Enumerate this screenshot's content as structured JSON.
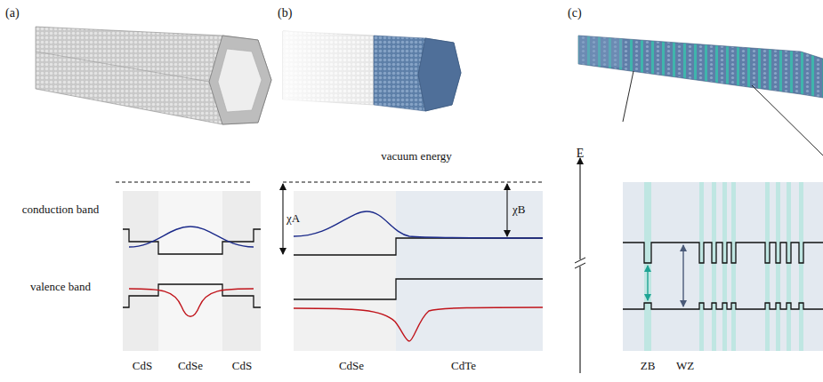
{
  "diagram": {
    "labels": [
      "(a)",
      "(b)",
      "(c)",
      "conduction band",
      "valence band",
      "CdS",
      "CdSe",
      "CdS",
      "vacuum energy",
      "χA",
      "χB",
      "E",
      "CdSe",
      "CdTe",
      "ZB",
      "WZ"
    ]
  }
}
